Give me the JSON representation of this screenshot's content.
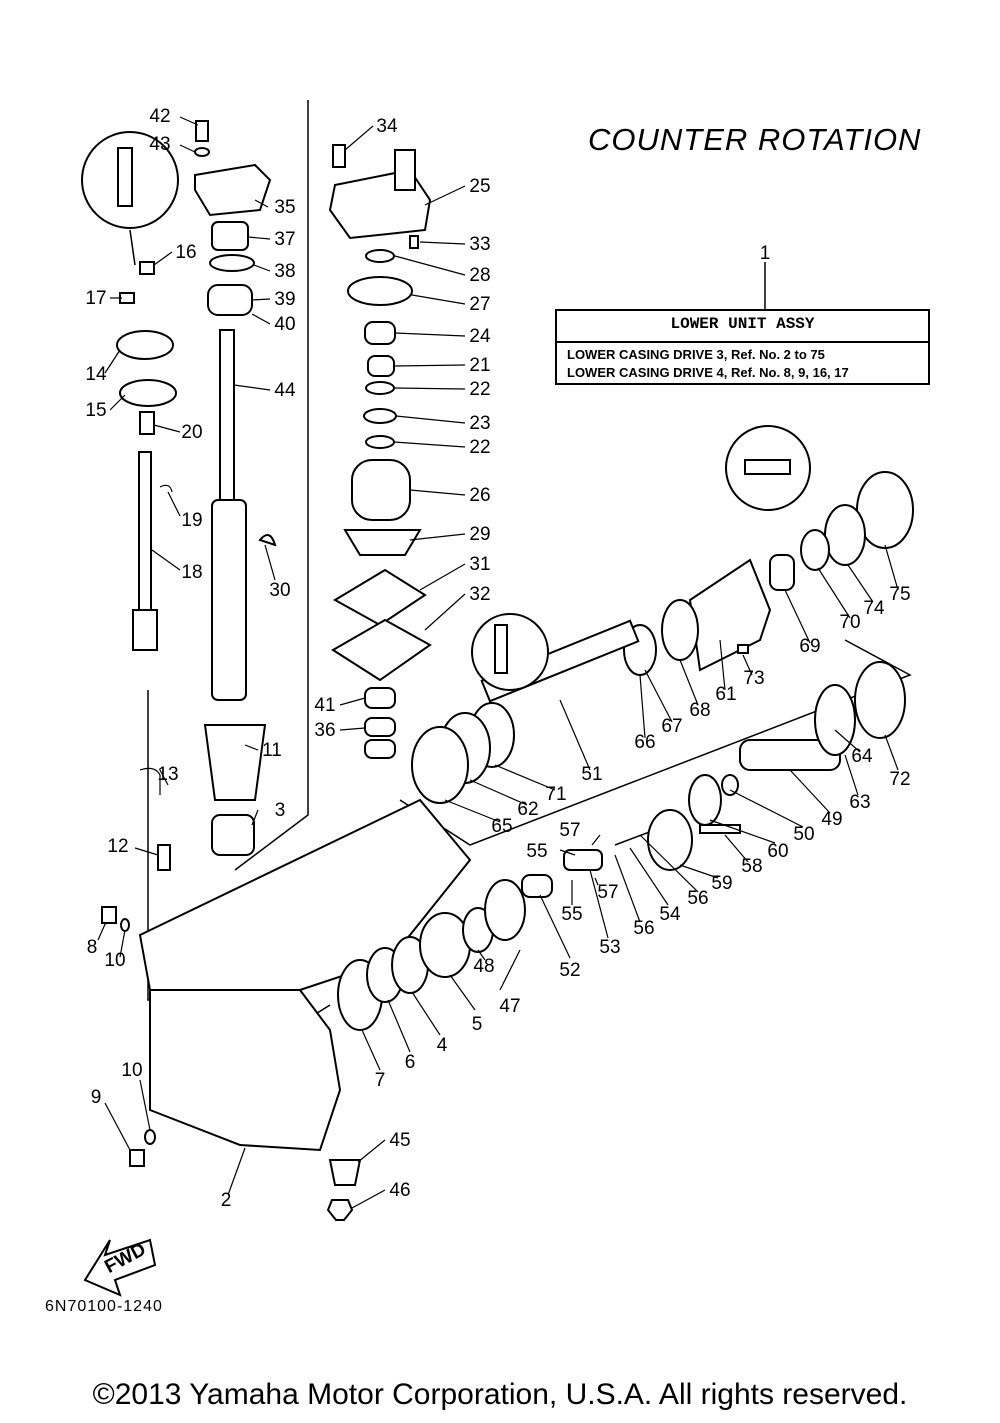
{
  "title": "COUNTER ROTATION",
  "assembly": {
    "ref_no": "1",
    "name": "LOWER UNIT ASSY",
    "lines": [
      "LOWER CASING DRIVE 3, Ref. No. 2 to 75",
      "LOWER CASING DRIVE 4, Ref. No. 8, 9, 16, 17"
    ]
  },
  "callouts": [
    "42",
    "43",
    "35",
    "37",
    "38",
    "39",
    "40",
    "44",
    "34",
    "25",
    "33",
    "28",
    "27",
    "24",
    "21",
    "22",
    "23",
    "22",
    "26",
    "29",
    "31",
    "32",
    "41",
    "36",
    "16",
    "17",
    "14",
    "15",
    "20",
    "19",
    "18",
    "30",
    "11",
    "3",
    "13",
    "12",
    "8",
    "10",
    "9",
    "10",
    "2",
    "45",
    "46",
    "7",
    "6",
    "4",
    "5",
    "48",
    "47",
    "52",
    "53",
    "55",
    "57",
    "55",
    "57",
    "54",
    "56",
    "56",
    "59",
    "58",
    "60",
    "50",
    "49",
    "63",
    "64",
    "72",
    "66",
    "67",
    "68",
    "61",
    "73",
    "69",
    "70",
    "74",
    "75",
    "51",
    "71",
    "62",
    "65"
  ],
  "fwd_label": "FWD",
  "drawing_code": "6N70100-1240",
  "copyright": "©2013 Yamaha Motor Corporation, U.S.A. All rights reserved."
}
